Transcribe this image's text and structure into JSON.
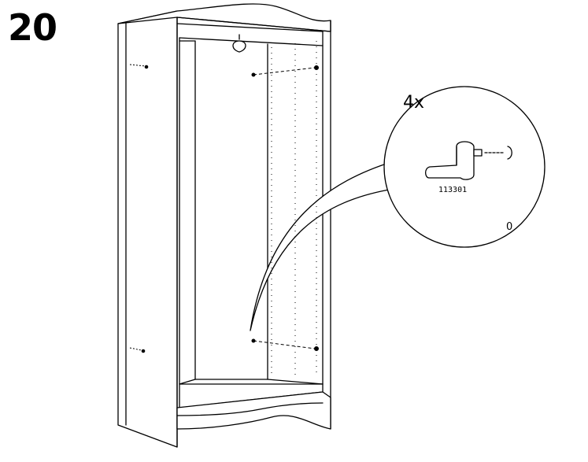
{
  "step": {
    "number": "20"
  },
  "detail_callout": {
    "quantity": "4x",
    "part_number": "113301",
    "hole_marker": "0"
  }
}
